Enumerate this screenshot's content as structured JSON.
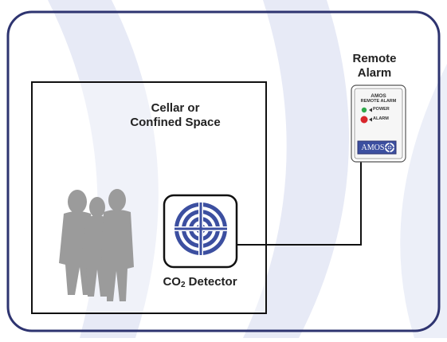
{
  "room": {
    "title_line1": "Cellar or",
    "title_line2": "Confined Space"
  },
  "alarm": {
    "title_line1": "Remote",
    "title_line2": "Alarm",
    "brand": "AMOS",
    "device_title": "REMOTE ALARM",
    "power_label": "POWER",
    "alarm_label": "ALARM",
    "logo_text": "AMOS"
  },
  "detector": {
    "label_prefix": "CO",
    "label_sub": "2",
    "label_suffix": " Detector"
  },
  "colors": {
    "frame": "#2e3470",
    "accent": "#3c4fa0",
    "wedge": "#e7eaf6",
    "people": "#9b9b9b",
    "power_led": "#2ea84a",
    "alarm_led": "#d8262c",
    "cable": "#111111"
  }
}
